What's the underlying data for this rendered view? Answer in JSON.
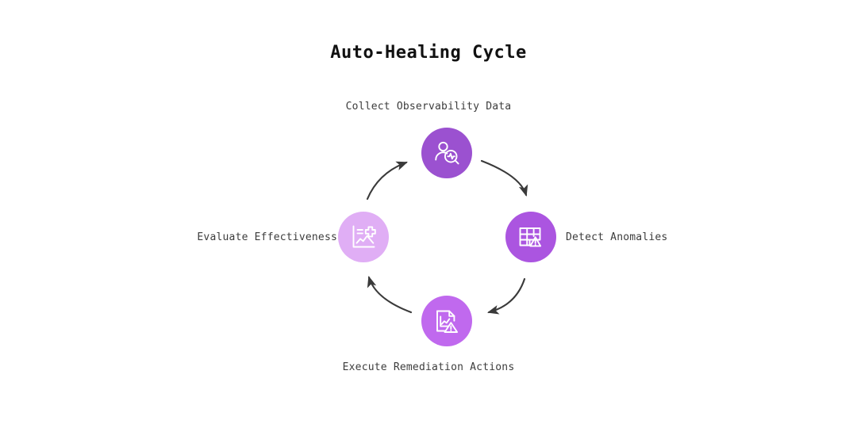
{
  "title": "Auto-Healing Cycle",
  "background_color": "#ffffff",
  "title_color": "#111111",
  "label_color": "#3c3c3c",
  "arrow_color": "#3a3a3a",
  "diagram": {
    "type": "cycle",
    "direction": "clockwise",
    "steps": [
      {
        "id": "collect",
        "label": "Collect Observability Data",
        "position": "top",
        "icon": "user-search-pulse-icon",
        "circle_color": "#9b51d0",
        "icon_color": "#ffffff"
      },
      {
        "id": "detect",
        "label": "Detect Anomalies",
        "position": "right",
        "icon": "table-warning-icon",
        "circle_color": "#ab55e0",
        "icon_color": "#ffffff"
      },
      {
        "id": "execute",
        "label": "Execute Remediation Actions",
        "position": "bottom",
        "icon": "document-chart-warning-icon",
        "circle_color": "#c069ee",
        "icon_color": "#ffffff"
      },
      {
        "id": "evaluate",
        "label": "Evaluate Effectiveness",
        "position": "left",
        "icon": "chart-medical-plus-icon",
        "circle_color": "#e0aef5",
        "icon_color": "#ffffff"
      }
    ],
    "arrows": [
      {
        "id": "collect-to-detect",
        "from": "collect",
        "to": "detect"
      },
      {
        "id": "detect-to-execute",
        "from": "detect",
        "to": "execute"
      },
      {
        "id": "execute-to-evaluate",
        "from": "execute",
        "to": "evaluate"
      },
      {
        "id": "evaluate-to-collect",
        "from": "evaluate",
        "to": "collect"
      }
    ]
  }
}
